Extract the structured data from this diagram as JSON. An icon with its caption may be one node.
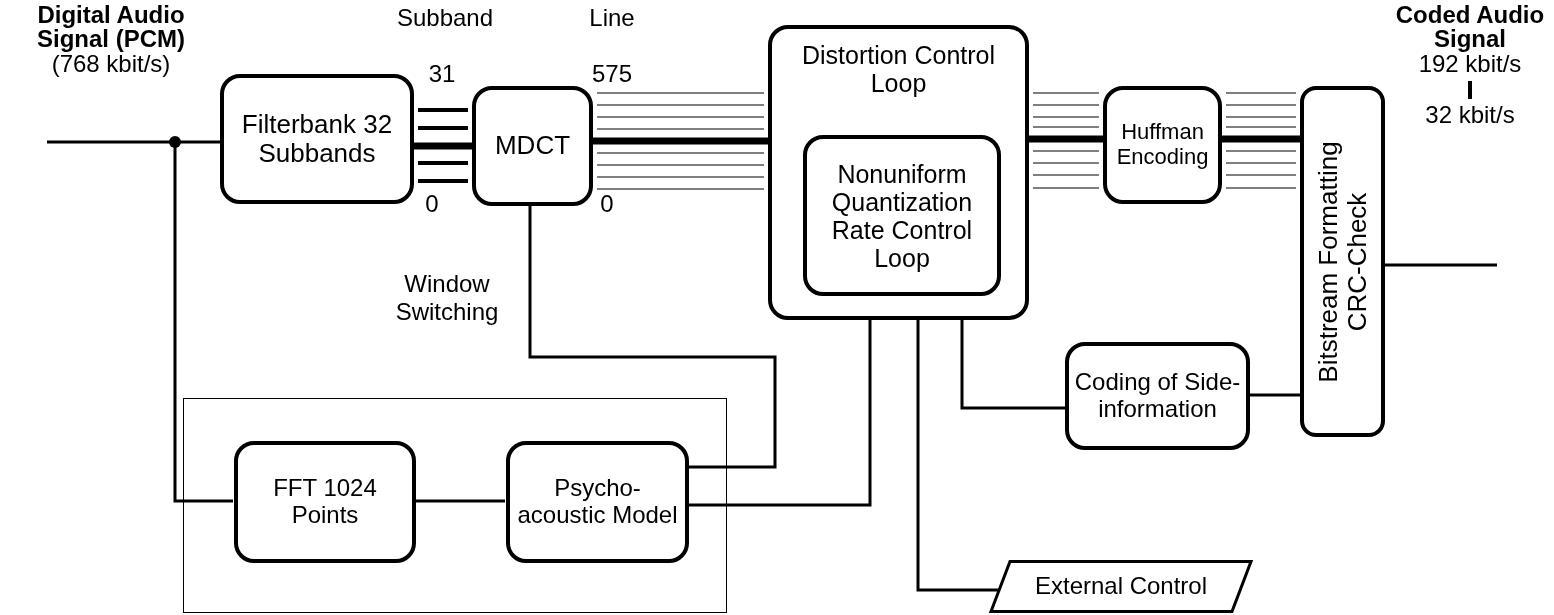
{
  "diagram": {
    "nodes": [
      {
        "text": [
          "Digital Audio Signal (PCM)",
          "(768 kbit/s)"
        ]
      },
      {
        "text": [],
        "shape": "circle"
      },
      {
        "text": [
          "Filterbank 32 Subbands"
        ]
      },
      {
        "text": [
          "MDCT"
        ]
      },
      {
        "text": [
          "Distortion Control Loop"
        ]
      },
      {
        "text": [
          "Nonuniform Quantization Rate Control Loop"
        ],
        "in": 4
      },
      {
        "text": [
          "Huffman Encoding"
        ]
      },
      {
        "text": [
          "Bitstream Formatting CRC-Check"
        ]
      },
      {
        "text": [
          "Coded Audio Signal",
          "192 kbit/s",
          "32 kbit/s"
        ]
      },
      {
        "text": [
          "Coding of Side-information"
        ]
      },
      {
        "text": [],
        "shape": "box"
      },
      {
        "text": [
          "FFT 1024 Points"
        ],
        "in": 10
      },
      {
        "text": [
          "Psycho- acoustic Model"
        ],
        "in": 10
      },
      {
        "text": [
          "External Control"
        ]
      }
    ],
    "edges": [
      {
        "from": null,
        "to": 1,
        "arrow": "none"
      },
      {
        "from": 1,
        "to": 2,
        "arrow": "none"
      },
      {
        "from": 1,
        "to": 11,
        "arrow": "none"
      },
      {
        "from": 2,
        "to": 3,
        "arrow": "none",
        "style": "thick"
      },
      {
        "from": 3,
        "to": 4,
        "arrow": "none",
        "style": "thick"
      },
      {
        "from": 4,
        "to": 6,
        "arrow": "none",
        "style": "thick"
      },
      {
        "from": 6,
        "to": 7,
        "arrow": "none",
        "style": "thick"
      },
      {
        "from": 7,
        "to": null,
        "arrow": "none"
      },
      {
        "from": 3,
        "to": 12,
        "arrow": "none"
      },
      {
        "from": 12,
        "to": 4,
        "arrow": "none"
      },
      {
        "from": 4,
        "to": 13,
        "arrow": "none"
      },
      {
        "from": 4,
        "to": 9,
        "arrow": "none"
      },
      {
        "from": 9,
        "to": 7,
        "arrow": "none"
      },
      {
        "from": 11,
        "to": 12,
        "arrow": "none"
      }
    ],
    "labels": [
      "Subband",
      "31",
      "0",
      "Line",
      "575",
      "0",
      "Window Switching"
    ]
  }
}
